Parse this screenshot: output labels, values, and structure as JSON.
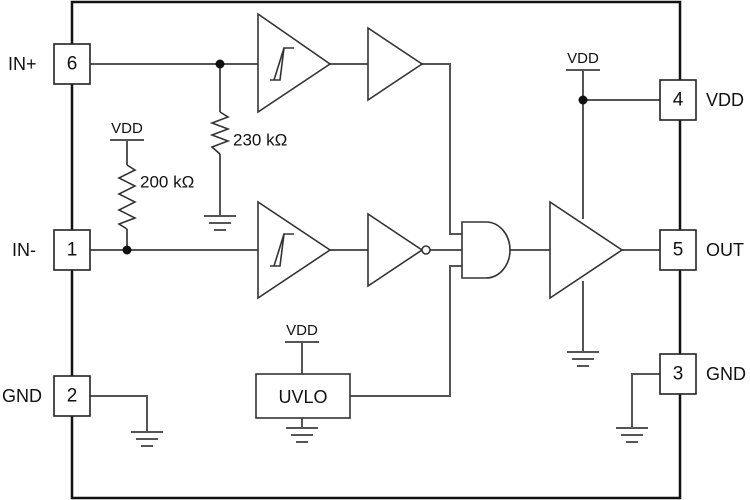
{
  "pins": {
    "in_plus": {
      "name": "IN+",
      "number": "6"
    },
    "in_minus": {
      "name": "IN-",
      "number": "1"
    },
    "gnd_left": {
      "name": "GND",
      "number": "2"
    },
    "vdd": {
      "name": "VDD",
      "number": "4"
    },
    "out": {
      "name": "OUT",
      "number": "5"
    },
    "gnd_right": {
      "name": "GND",
      "number": "3"
    }
  },
  "resistors": {
    "pull_down": "230 kΩ",
    "pull_up": "200 kΩ"
  },
  "supply_labels": {
    "resistor": "VDD",
    "uvlo": "VDD",
    "driver": "VDD"
  },
  "blocks": {
    "uvlo": "UVLO"
  },
  "colors": {
    "line": "#555555",
    "outline": "#111111"
  }
}
